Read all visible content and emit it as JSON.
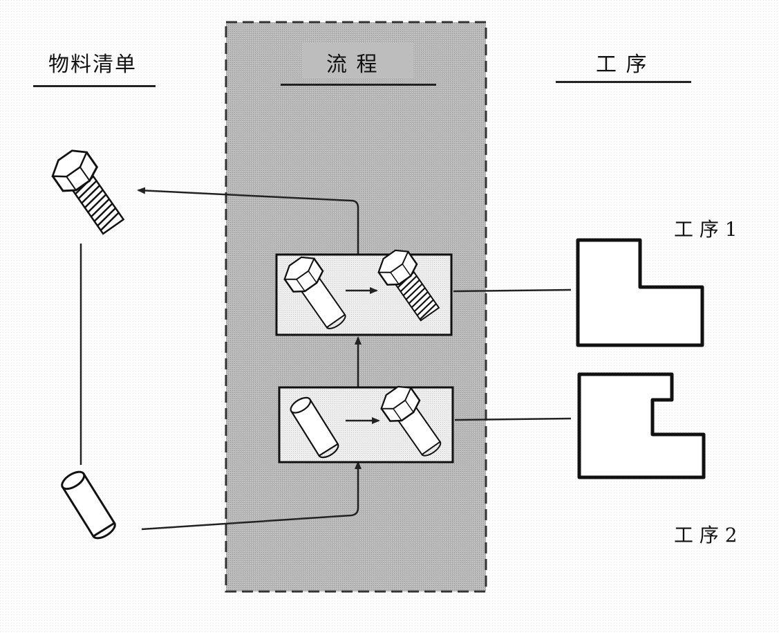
{
  "headings": {
    "bom": "物料清单",
    "process": "流  程",
    "operations": "工  序"
  },
  "operation_labels": {
    "op1": "工 序 1",
    "op2": "工 序 2"
  },
  "icons": {
    "finished_part": "hex-bolt-icon",
    "intermediate_part": "hex-head-blank-icon",
    "raw_material": "cylinder-bar-icon",
    "op1_shape": "l-bracket-shape-icon",
    "op2_shape": "notched-bracket-shape-icon"
  },
  "colors": {
    "process_panel": "#b4b4b4",
    "process_border": "#333333",
    "line": "#222222",
    "step_box_fill": "#efefef",
    "process_title_bg": "#c8c8c8"
  }
}
